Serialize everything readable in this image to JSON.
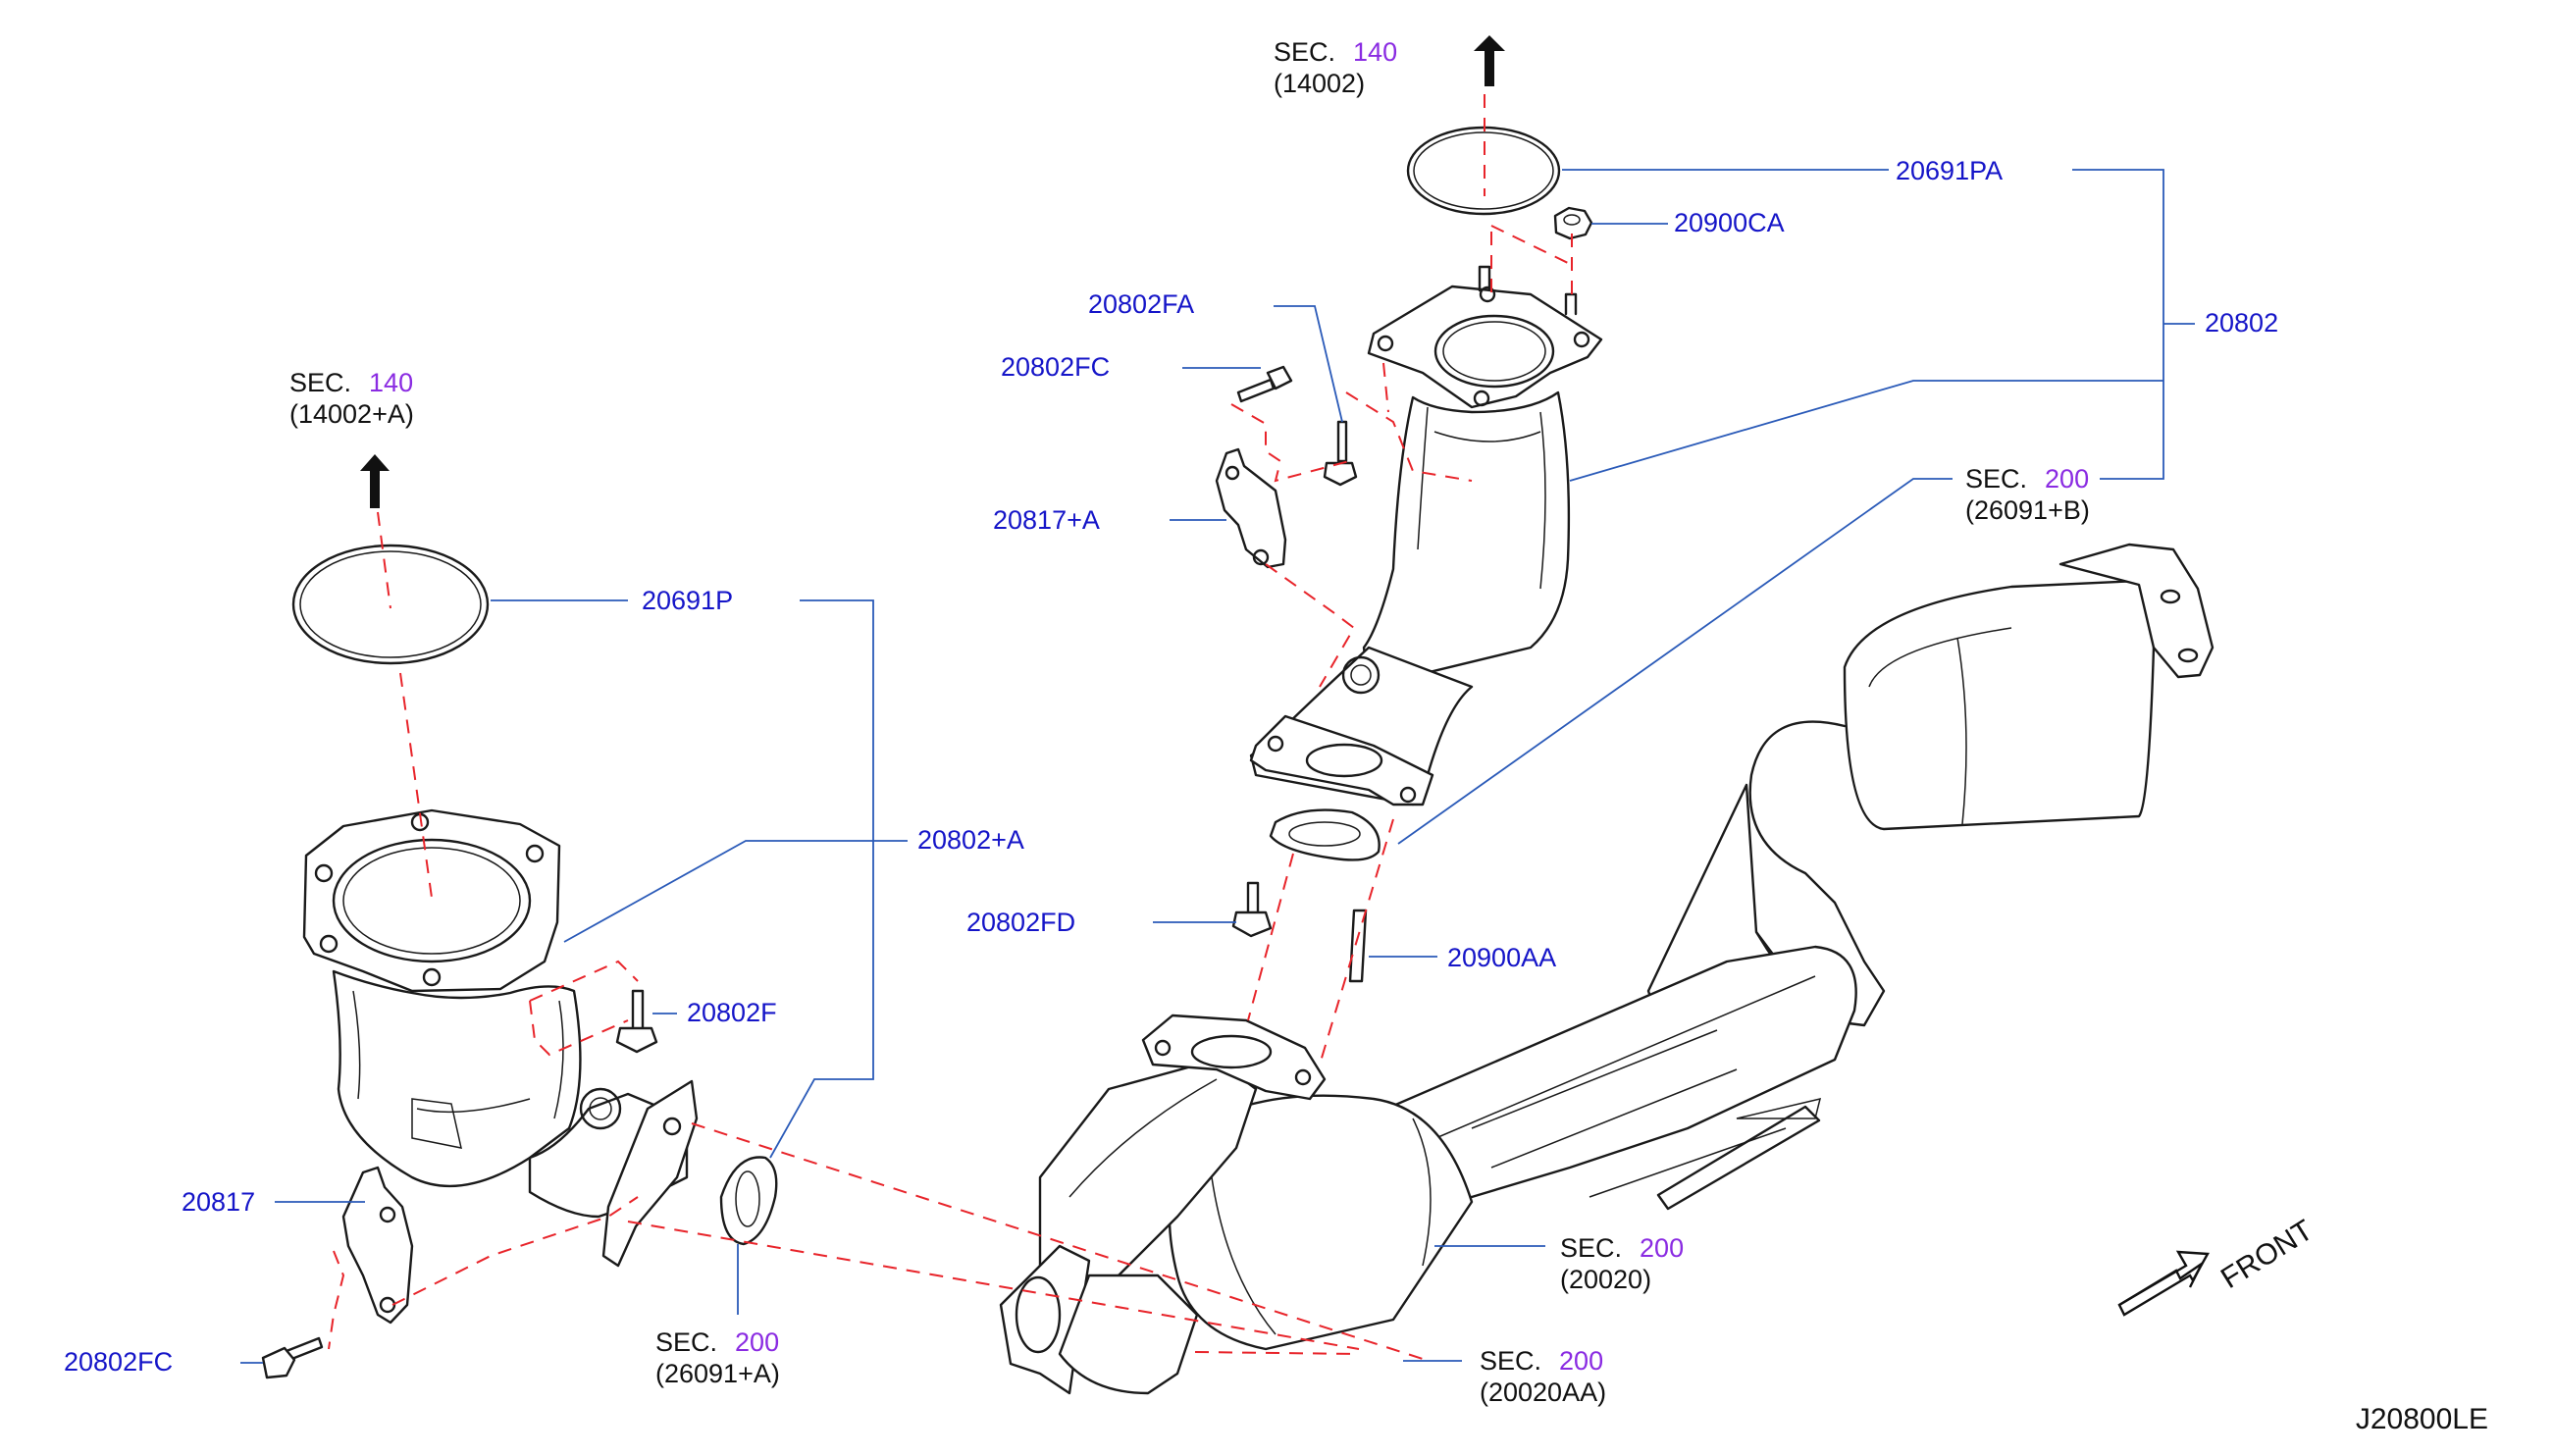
{
  "diagram_code": "J20800LE",
  "front_label": "FRONT",
  "colors": {
    "part_number": "#1515c8",
    "section_number": "#8a2be2",
    "leader_line": "#2a5ab8",
    "dashed_line": "#e8242a",
    "linework": "#1a1a1a"
  },
  "icons": {
    "arrow_up": "arrow-up-icon",
    "front_arrow": "front-direction-arrow-icon"
  },
  "part_labels": [
    {
      "id": "20691PA",
      "text": "20691PA"
    },
    {
      "id": "20900CA",
      "text": "20900CA"
    },
    {
      "id": "20802",
      "text": "20802"
    },
    {
      "id": "20802FA",
      "text": "20802FA"
    },
    {
      "id": "20802FC_top",
      "text": "20802FC"
    },
    {
      "id": "20817A",
      "text": "20817+A"
    },
    {
      "id": "20691P",
      "text": "20691P"
    },
    {
      "id": "20802A",
      "text": "20802+A"
    },
    {
      "id": "20802F",
      "text": "20802F"
    },
    {
      "id": "20802FD",
      "text": "20802FD"
    },
    {
      "id": "20900AA",
      "text": "20900AA"
    },
    {
      "id": "20817",
      "text": "20817"
    },
    {
      "id": "20802FC_bottom",
      "text": "20802FC"
    }
  ],
  "section_refs": [
    {
      "id": "sec140_top",
      "sec": "SEC.",
      "num": "140",
      "ref": "(14002)"
    },
    {
      "id": "sec140_left",
      "sec": "SEC.",
      "num": "140",
      "ref": "(14002+A)"
    },
    {
      "id": "sec200_b",
      "sec": "SEC.",
      "num": "200",
      "ref": "(26091+B)"
    },
    {
      "id": "sec200_20020",
      "sec": "SEC.",
      "num": "200",
      "ref": "(20020)"
    },
    {
      "id": "sec200_a",
      "sec": "SEC.",
      "num": "200",
      "ref": "(26091+A)"
    },
    {
      "id": "sec200_20020aa",
      "sec": "SEC.",
      "num": "200",
      "ref": "(20020AA)"
    }
  ]
}
